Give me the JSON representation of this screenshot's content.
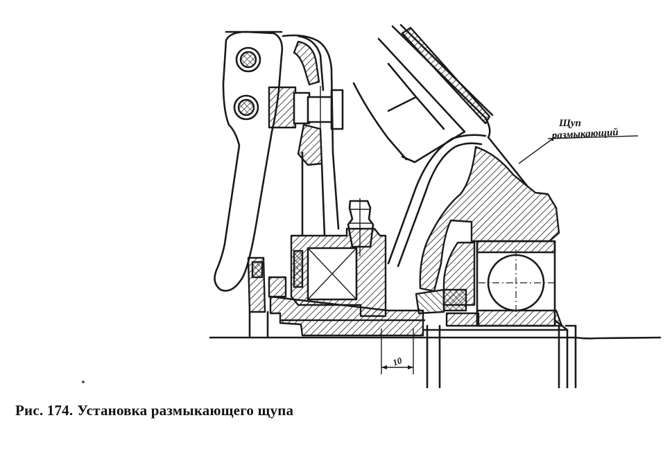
{
  "figure": {
    "label_probe_line1": "Щуп",
    "label_probe_line2": "размыкающий",
    "dimension_value": "10"
  },
  "caption": {
    "number": "Рис. 174.",
    "text": "Установка размыкающего щупа"
  }
}
